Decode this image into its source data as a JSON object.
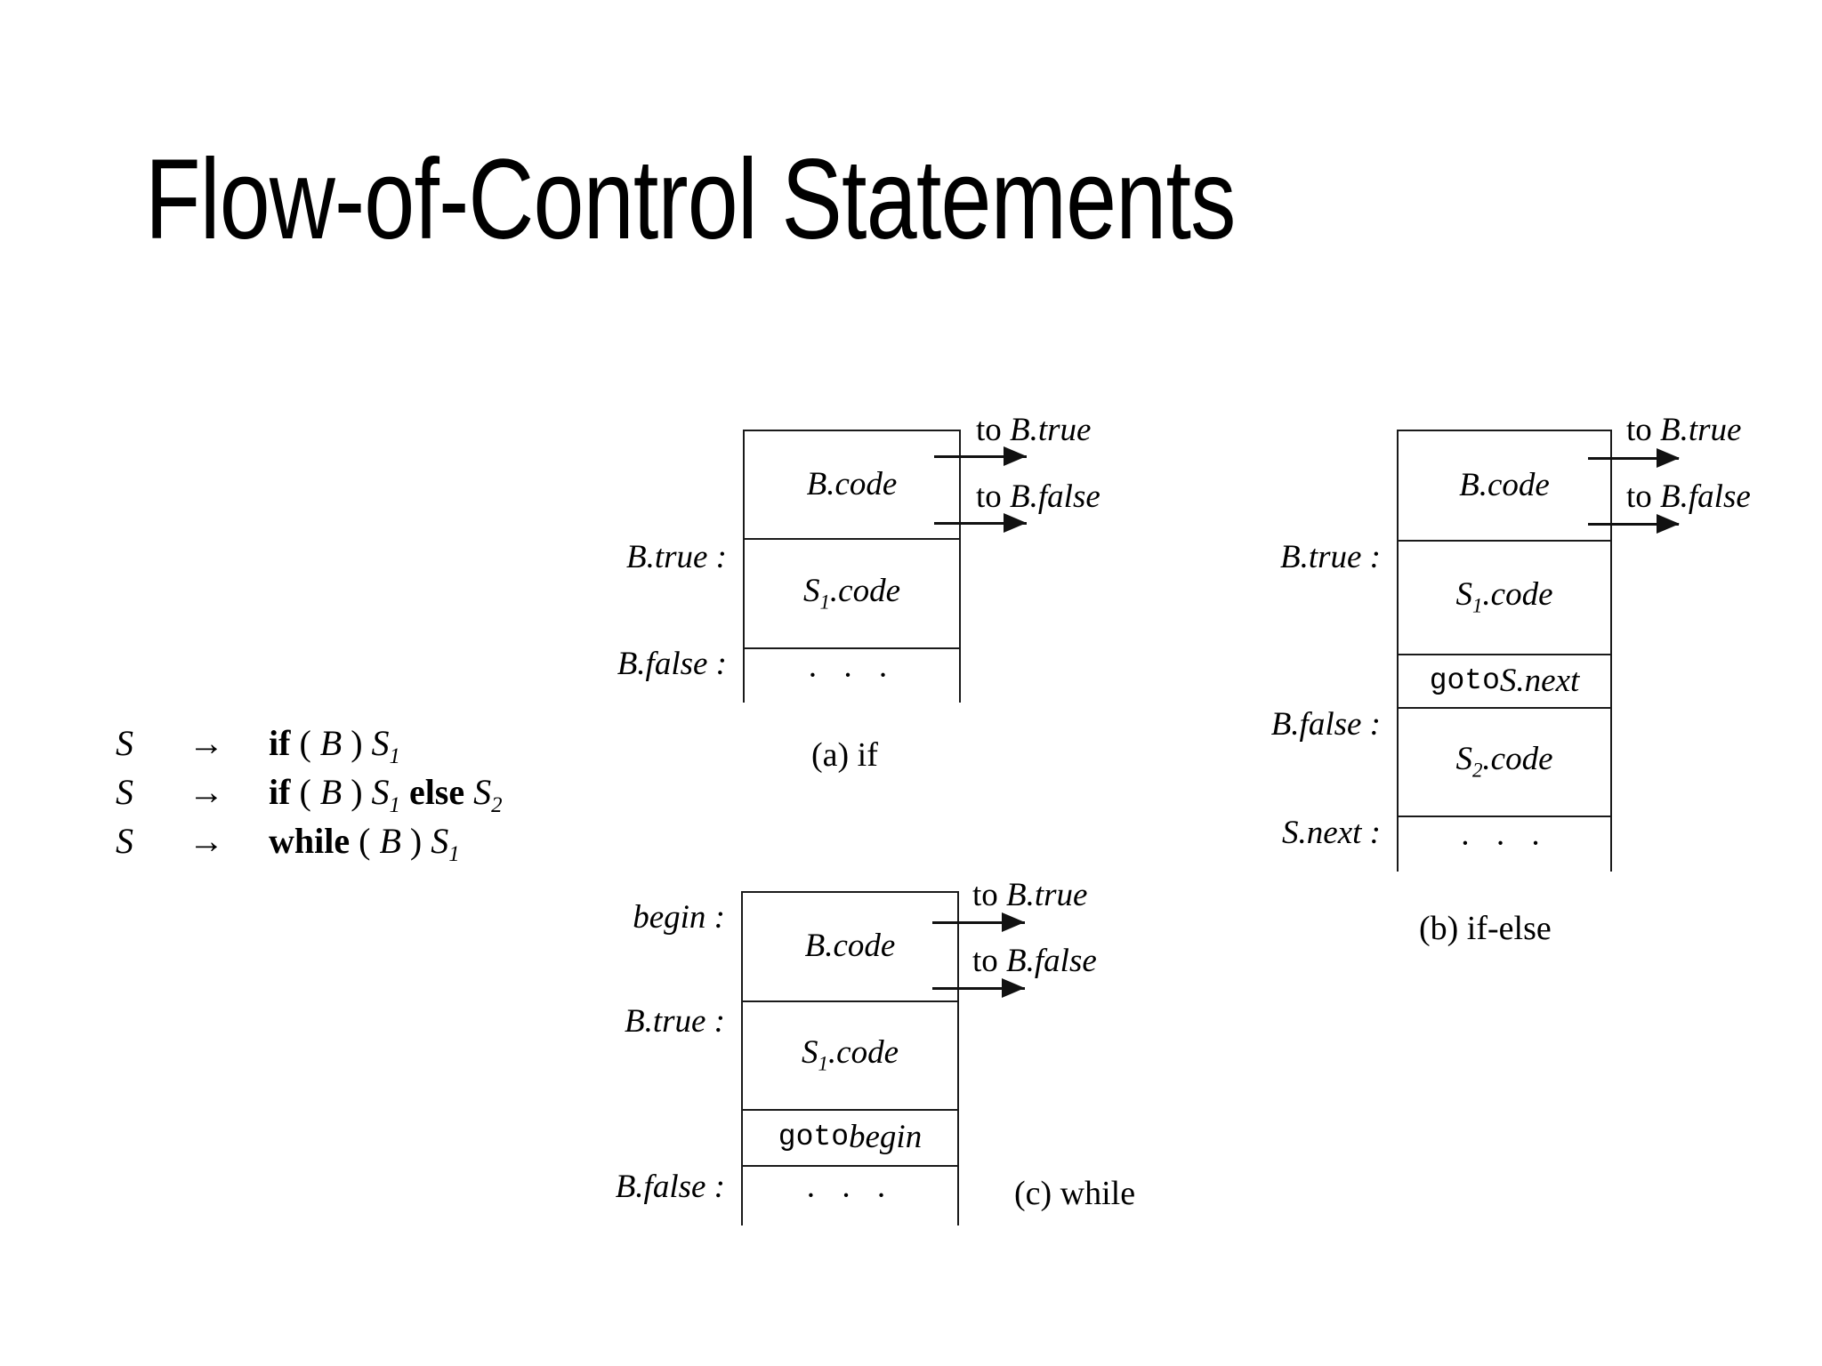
{
  "slide": {
    "title": "Flow-of-Control Statements"
  },
  "grammar": {
    "rows": [
      {
        "lhs": "S",
        "arrow": "→",
        "kw1": "if",
        "lparen": "(",
        "cond": "B",
        "rparen": ")",
        "stmt1": "S",
        "stmt1_sub": "1",
        "kw2": "",
        "stmt2": "",
        "stmt2_sub": ""
      },
      {
        "lhs": "S",
        "arrow": "→",
        "kw1": "if",
        "lparen": "(",
        "cond": "B",
        "rparen": ")",
        "stmt1": "S",
        "stmt1_sub": "1",
        "kw2": "else",
        "stmt2": "S",
        "stmt2_sub": "2"
      },
      {
        "lhs": "S",
        "arrow": "→",
        "kw1": "while",
        "lparen": "(",
        "cond": "B",
        "rparen": ")",
        "stmt1": "S",
        "stmt1_sub": "1",
        "kw2": "",
        "stmt2": "",
        "stmt2_sub": ""
      }
    ]
  },
  "diagrams": {
    "a": {
      "caption": "(a) if",
      "cells": [
        {
          "text": "B.code"
        },
        {
          "text": "S",
          "sub": "1",
          "tail": ".code"
        },
        {
          "text": "· · ·"
        }
      ],
      "labels": [
        {
          "text": "B.true :"
        },
        {
          "text": "B.false :"
        }
      ],
      "arrows": [
        {
          "prefix": "to ",
          "target": "B.true"
        },
        {
          "prefix": "to ",
          "target": "B.false"
        }
      ]
    },
    "b": {
      "caption": "(b) if-else",
      "cells": [
        {
          "text": "B.code"
        },
        {
          "text": "S",
          "sub": "1",
          "tail": ".code"
        },
        {
          "text": "goto ",
          "italic_part": "S.next"
        },
        {
          "text": "S",
          "sub": "2",
          "tail": ".code"
        },
        {
          "text": "· · ·"
        }
      ],
      "labels": [
        {
          "text": "B.true :"
        },
        {
          "text": "B.false :"
        },
        {
          "text": "S.next :"
        }
      ],
      "arrows": [
        {
          "prefix": "to ",
          "target": "B.true"
        },
        {
          "prefix": "to ",
          "target": "B.false"
        }
      ]
    },
    "c": {
      "caption": "(c) while",
      "cells": [
        {
          "text": "B.code"
        },
        {
          "text": "S",
          "sub": "1",
          "tail": ".code"
        },
        {
          "text": "goto ",
          "italic_part": "begin"
        },
        {
          "text": "· · ·"
        }
      ],
      "labels": [
        {
          "text": "begin :"
        },
        {
          "text": "B.true :"
        },
        {
          "text": "B.false :"
        }
      ],
      "arrows": [
        {
          "prefix": "to ",
          "target": "B.true"
        },
        {
          "prefix": "to ",
          "target": "B.false"
        }
      ]
    }
  },
  "colors": {
    "background": "#ffffff",
    "ink": "#000000",
    "line": "#1a1a1a"
  }
}
